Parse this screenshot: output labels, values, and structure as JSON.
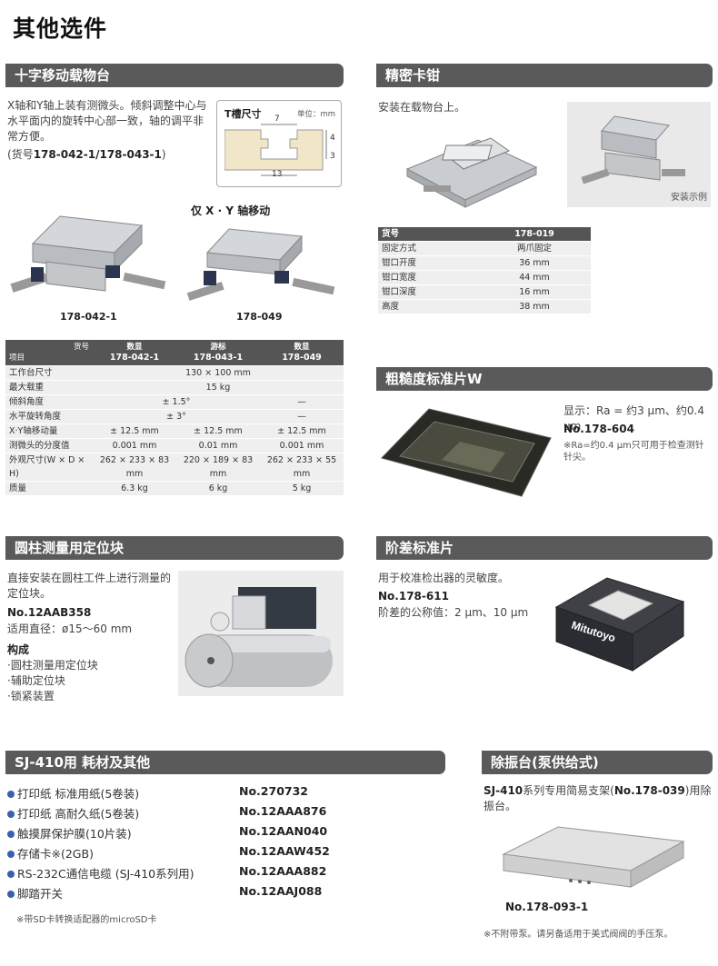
{
  "page_title": "其他选件",
  "sections": {
    "cross_stage": {
      "title": "十字移动载物台",
      "desc": "X轴和Y轴上装有测微头。倾斜调整中心与水平面内的旋转中心部一致，轴的调平非常方便。",
      "part_prefix": "(货号",
      "part_no": "178-042-1/178-043-1",
      "part_suffix": ")",
      "tslot_title": "T槽尺寸",
      "tslot_unit": "单位：mm",
      "tslot_dims": [
        "7",
        "4",
        "3",
        "13"
      ],
      "xy_only_label": "仅 X · Y 轴移动",
      "photo_label_1": "178-042-1",
      "photo_label_2": "178-049",
      "table": {
        "corner_top": "货号",
        "corner_bottom": "项目",
        "columns": [
          {
            "type": "数显",
            "no": "178-042-1"
          },
          {
            "type": "游标",
            "no": "178-043-1"
          },
          {
            "type": "数显",
            "no": "178-049"
          }
        ],
        "rows": [
          {
            "label": "工作台尺寸",
            "span": "130 × 100 mm"
          },
          {
            "label": "最大载重",
            "span": "15 kg"
          },
          {
            "label": "倾斜角度",
            "span2": "± 1.5°",
            "c3": "—"
          },
          {
            "label": "水平旋转角度",
            "span2": "± 3°",
            "c3": "—"
          },
          {
            "label": "X·Y轴移动量",
            "c1": "± 12.5 mm",
            "c2": "± 12.5 mm",
            "c3": "± 12.5 mm"
          },
          {
            "label": "测微头的分度值",
            "c1": "0.001 mm",
            "c2": "0.01 mm",
            "c3": "0.001 mm"
          },
          {
            "label": "外观尺寸(W × D × H)",
            "c1": "262 × 233 × 83 mm",
            "c2": "220 × 189 × 83 mm",
            "c3": "262 × 233 × 55 mm"
          },
          {
            "label": "质量",
            "c1": "6.3 kg",
            "c2": "6 kg",
            "c3": "5 kg"
          }
        ]
      }
    },
    "precision_vise": {
      "title": "精密卡钳",
      "desc": "安装在载物台上。",
      "example_label": "安装示例",
      "table": {
        "header_label": "货号",
        "header_value": "178-019",
        "rows": [
          {
            "label": "固定方式",
            "value": "两爪固定"
          },
          {
            "label": "钳口开度",
            "value": "36 mm"
          },
          {
            "label": "钳口宽度",
            "value": "44 mm"
          },
          {
            "label": "钳口深度",
            "value": "16 mm"
          },
          {
            "label": "高度",
            "value": "38 mm"
          }
        ]
      }
    },
    "roughness_specimen": {
      "title": "粗糙度标准片W",
      "display": "显示：Ra = 约3 μm、约0.4 μm",
      "part_no": "No.178-604",
      "note": "※Ra=约0.4 μm只可用于检查测针针尖。"
    },
    "cylinder_block": {
      "title": "圆柱测量用定位块",
      "desc": "直接安装在圆柱工件上进行测量的定位块。",
      "part_no": "No.12AAB358",
      "diameter": "适用直径：ø15～60 mm",
      "composition_title": "构成",
      "composition": [
        "·圆柱测量用定位块",
        "·辅助定位块",
        "·锁紧装置"
      ]
    },
    "step_specimen": {
      "title": "阶差标准片",
      "desc": "用于校准检出器的灵敏度。",
      "part_no": "No.178-611",
      "nominal": "阶差的公称值：2 μm、10 μm",
      "brand": "Mitutoyo"
    },
    "consumables": {
      "title": "SJ-410用  耗材及其他",
      "items": [
        {
          "name": "打印纸 标准用纸(5卷装)",
          "code": "No.270732"
        },
        {
          "name": "打印纸 高耐久纸(5卷装)",
          "code": "No.12AAA876"
        },
        {
          "name": "触摸屏保护膜(10片装)",
          "code": "No.12AAN040"
        },
        {
          "name": "存储卡※(2GB)",
          "code": "No.12AAW452"
        },
        {
          "name": "RS-232C通信电缆 (SJ-410系列用)",
          "code": "No.12AAA882"
        },
        {
          "name": "脚踏开关",
          "code": "No.12AAJ088"
        }
      ],
      "note": "※带SD卡转换适配器的microSD卡"
    },
    "vibration_table": {
      "title": "除振台(泵供给式)",
      "desc_pre": "SJ-410",
      "desc_mid": "系列专用简易支架(",
      "desc_part": "No.178-039",
      "desc_post": ")用除振台。",
      "part_no": "No.178-093-1",
      "note": "※不附带泵。请另备适用于美式阀阀的手压泵。"
    }
  }
}
